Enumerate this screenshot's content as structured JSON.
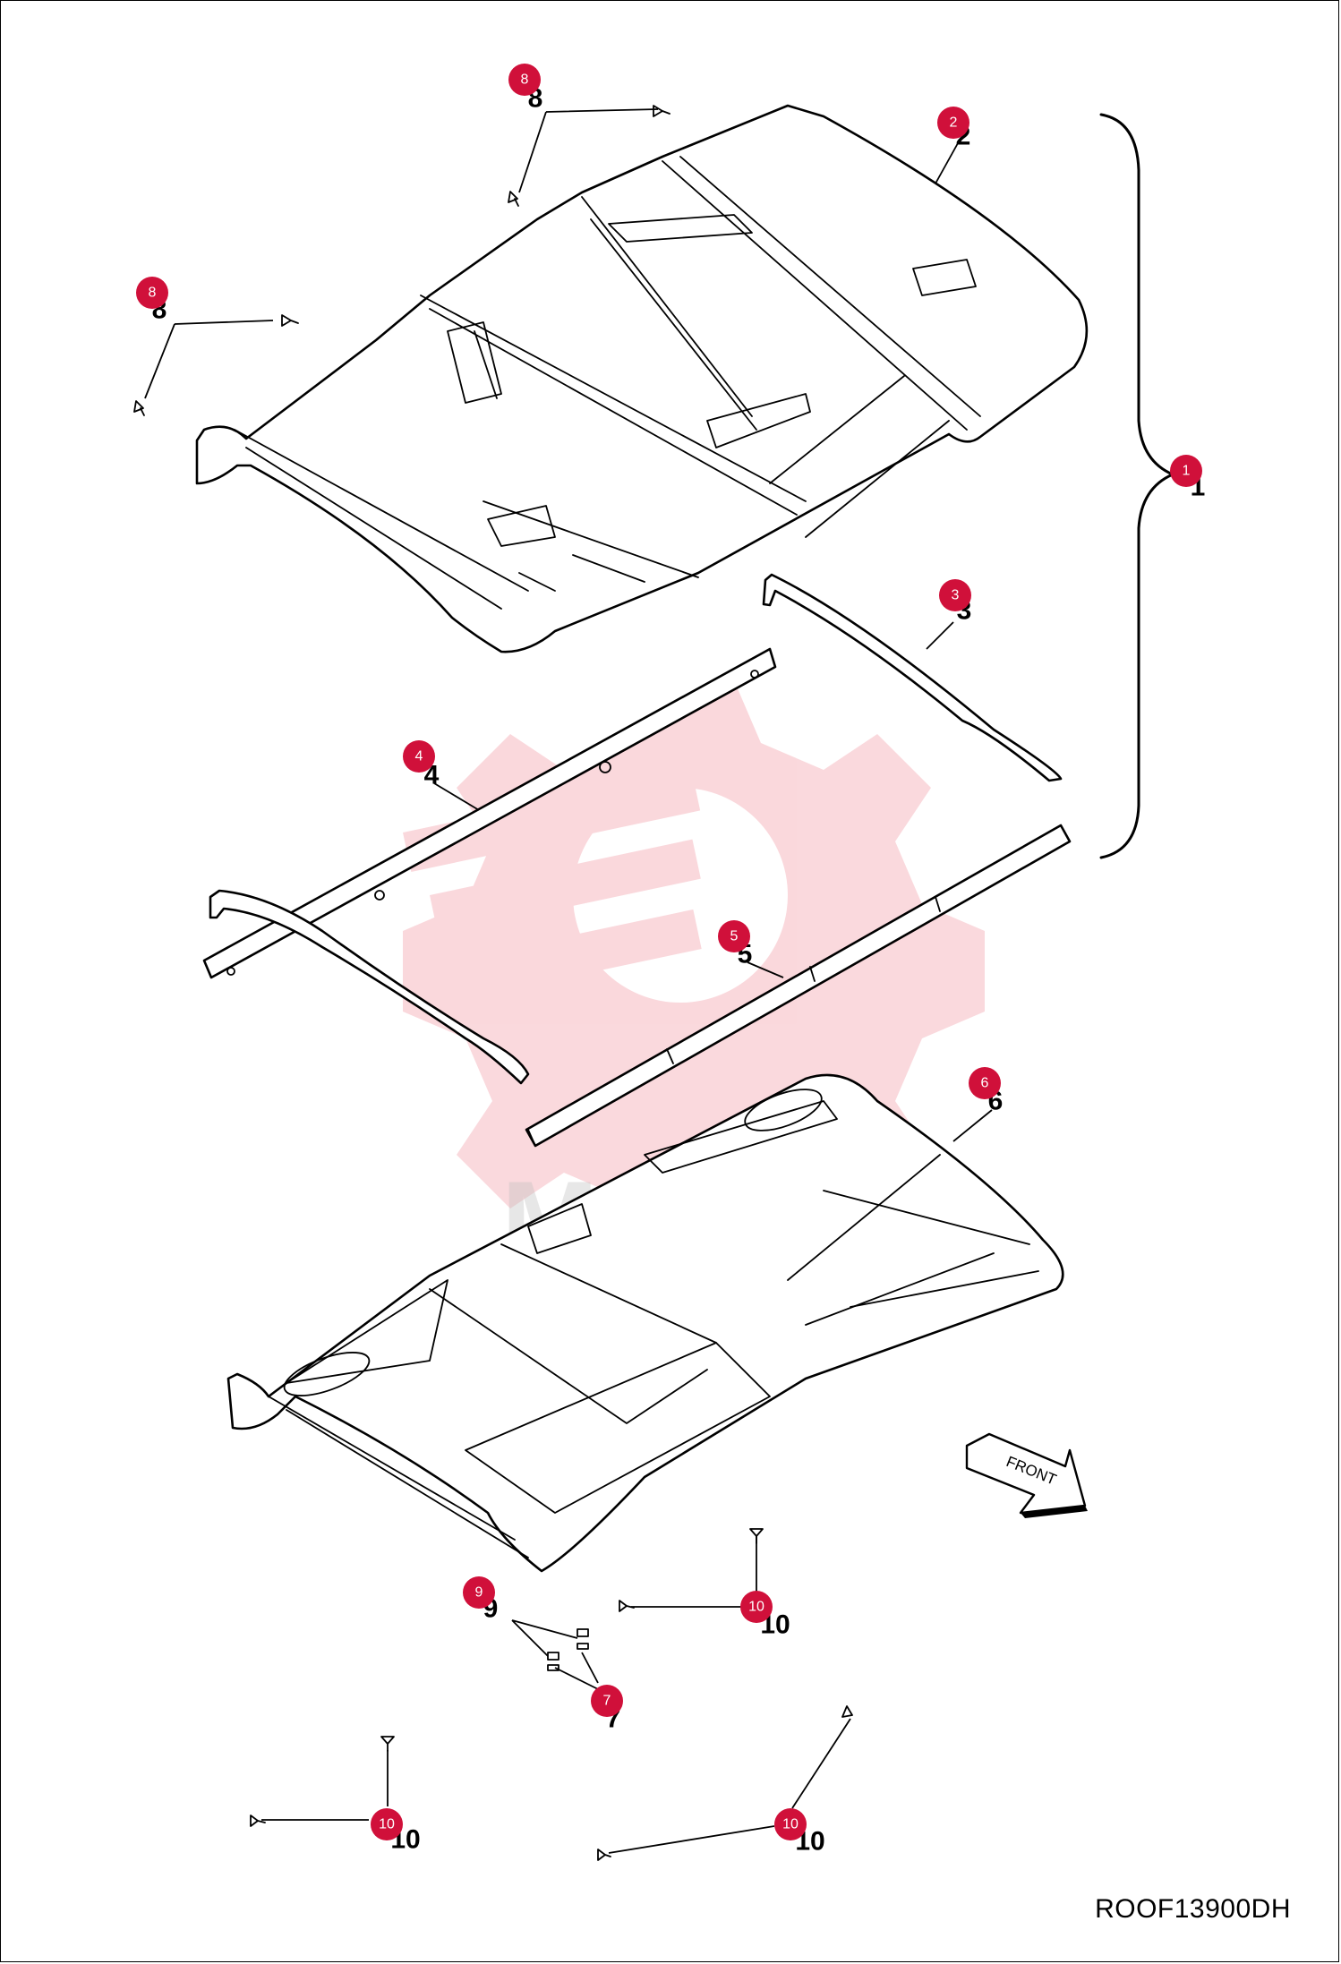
{
  "drawing_code": "ROOF13900DH",
  "watermark_text": "MHTEX",
  "front_label": "FRONT",
  "accent_color": "#d0103a",
  "callouts": [
    {
      "id": "c1",
      "label": "1"
    },
    {
      "id": "c2",
      "label": "2"
    },
    {
      "id": "c3",
      "label": "3"
    },
    {
      "id": "c4",
      "label": "4"
    },
    {
      "id": "c5",
      "label": "5"
    },
    {
      "id": "c6",
      "label": "6"
    },
    {
      "id": "c7",
      "label": "7"
    },
    {
      "id": "c8a",
      "label": "8"
    },
    {
      "id": "c8b",
      "label": "8"
    },
    {
      "id": "c9",
      "label": "9"
    },
    {
      "id": "c10a",
      "label": "10"
    },
    {
      "id": "c10b",
      "label": "10"
    },
    {
      "id": "c10c",
      "label": "10"
    }
  ]
}
